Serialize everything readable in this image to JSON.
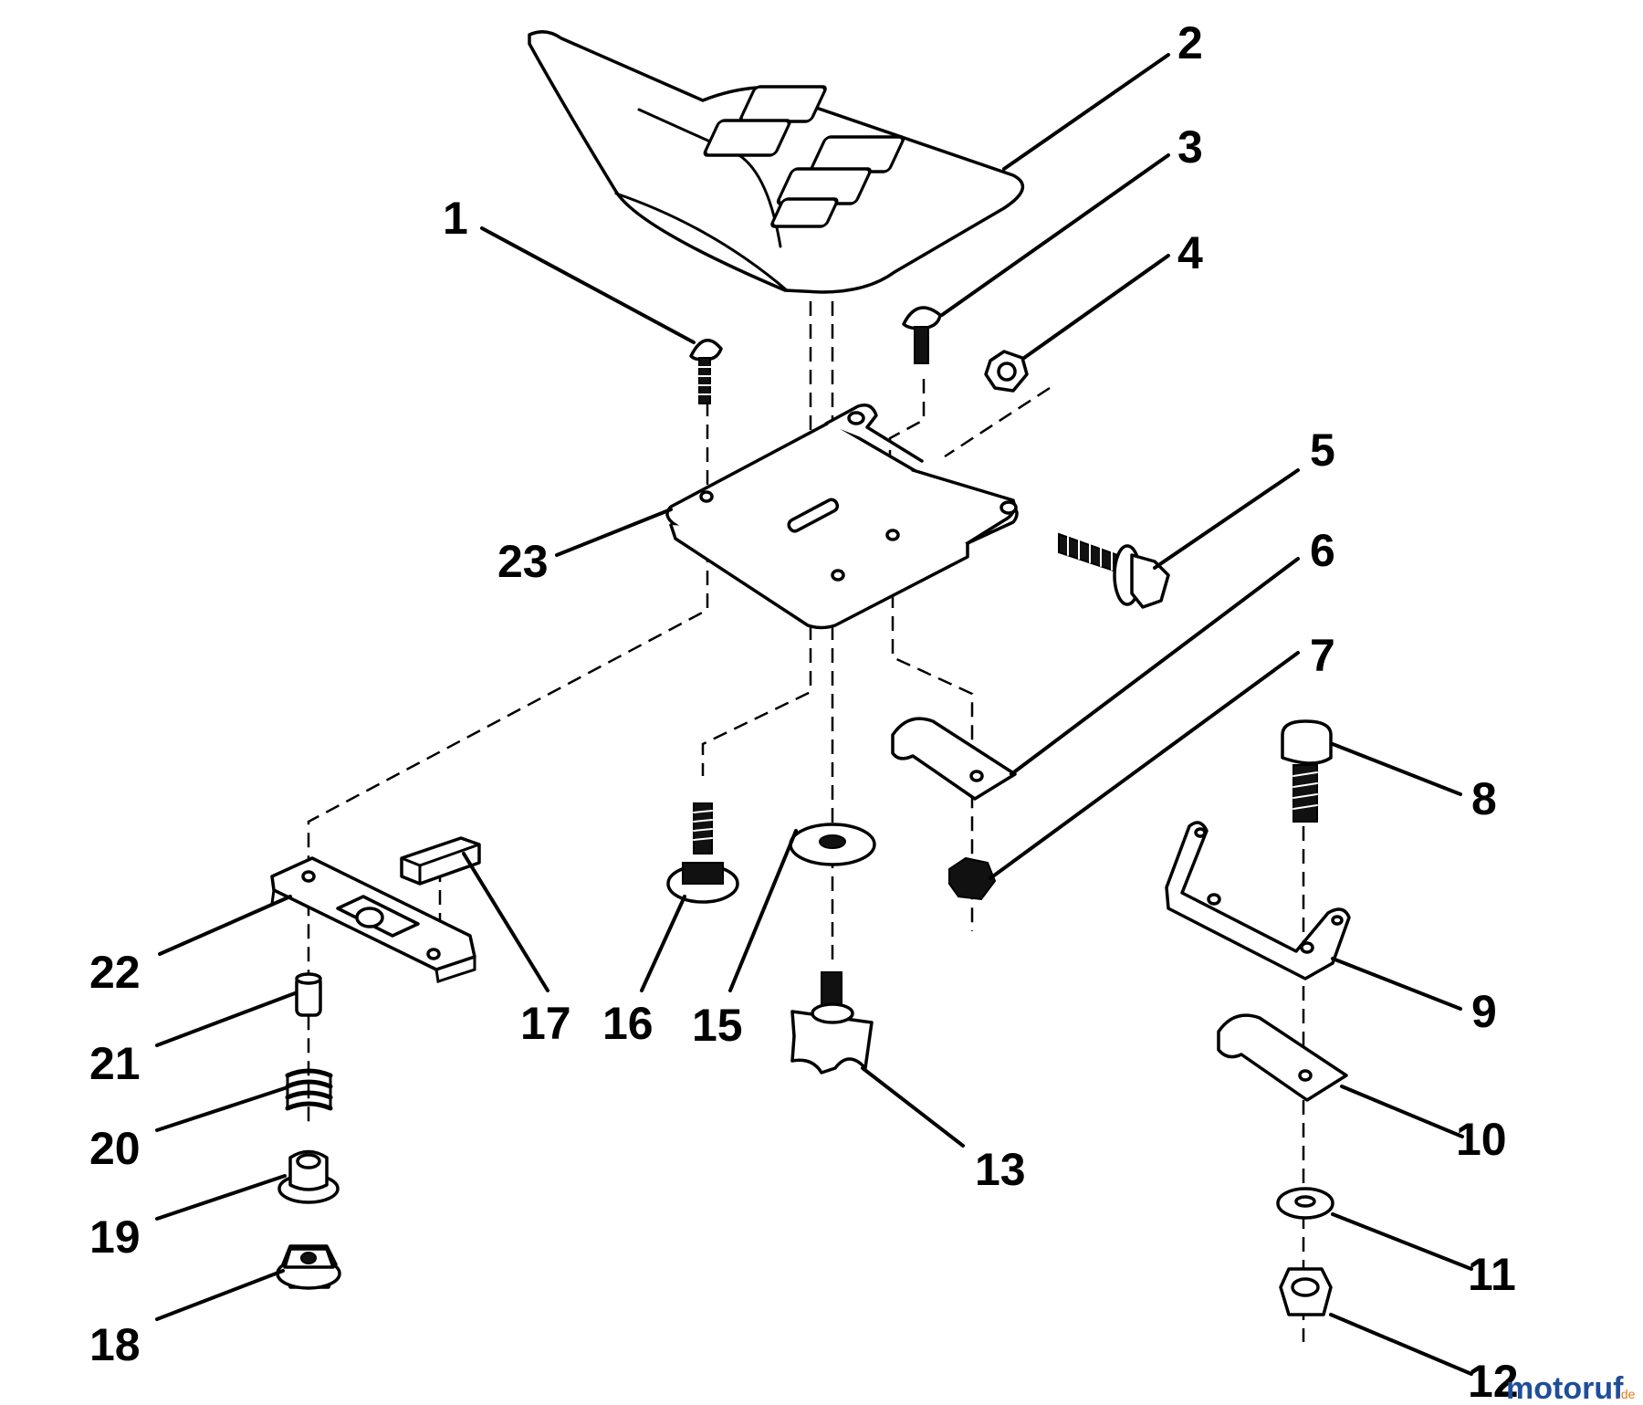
{
  "callouts": {
    "c1": "1",
    "c2": "2",
    "c3": "3",
    "c4": "4",
    "c5": "5",
    "c6": "6",
    "c7": "7",
    "c8": "8",
    "c9": "9",
    "c10": "10",
    "c11": "11",
    "c12": "12",
    "c13": "13",
    "c15": "15",
    "c16": "16",
    "c17": "17",
    "c18": "18",
    "c19": "19",
    "c20": "20",
    "c21": "21",
    "c22": "22",
    "c23": "23"
  },
  "watermark": {
    "brand": "motoruf",
    "suffix": ".de",
    "colors": [
      "#1f4e9a",
      "#e07a1a"
    ]
  }
}
